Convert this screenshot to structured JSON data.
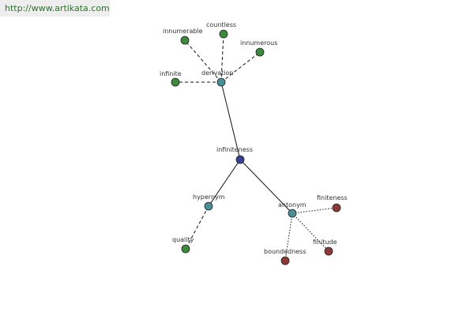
{
  "header": {
    "url": "http://www.artikata.com"
  },
  "colors": {
    "center": "#3a3f8f",
    "relation": "#4a8e96",
    "word_related": "#3d8a3d",
    "word_antonym": "#8b3a3a",
    "edge": "#111111",
    "url_bg": "#eeeeee",
    "url_text": "#2f6f2f"
  },
  "graph": {
    "nodes": [
      {
        "id": "infiniteness",
        "label": "infiniteness",
        "kind": "center"
      },
      {
        "id": "derivation",
        "label": "derivation",
        "kind": "relation"
      },
      {
        "id": "hypernym",
        "label": "hypernym",
        "kind": "relation"
      },
      {
        "id": "antonym",
        "label": "antonym",
        "kind": "relation"
      },
      {
        "id": "innumerable",
        "label": "innumerable",
        "kind": "word_related"
      },
      {
        "id": "countless",
        "label": "countless",
        "kind": "word_related"
      },
      {
        "id": "innumerous",
        "label": "innumerous",
        "kind": "word_related"
      },
      {
        "id": "infinite",
        "label": "infinite",
        "kind": "word_related"
      },
      {
        "id": "quality",
        "label": "quality",
        "kind": "word_related"
      },
      {
        "id": "finiteness",
        "label": "finiteness",
        "kind": "word_antonym"
      },
      {
        "id": "finitude",
        "label": "finitude",
        "kind": "word_antonym"
      },
      {
        "id": "boundedness",
        "label": "boundedness",
        "kind": "word_antonym"
      }
    ],
    "edges": [
      {
        "from": "infiniteness",
        "to": "derivation",
        "style": "solid"
      },
      {
        "from": "infiniteness",
        "to": "hypernym",
        "style": "solid"
      },
      {
        "from": "infiniteness",
        "to": "antonym",
        "style": "solid"
      },
      {
        "from": "derivation",
        "to": "innumerable",
        "style": "dashed"
      },
      {
        "from": "derivation",
        "to": "countless",
        "style": "dashed"
      },
      {
        "from": "derivation",
        "to": "innumerous",
        "style": "dashed"
      },
      {
        "from": "derivation",
        "to": "infinite",
        "style": "dashed"
      },
      {
        "from": "hypernym",
        "to": "quality",
        "style": "dashed"
      },
      {
        "from": "antonym",
        "to": "finiteness",
        "style": "dotted"
      },
      {
        "from": "antonym",
        "to": "finitude",
        "style": "dotted"
      },
      {
        "from": "antonym",
        "to": "boundedness",
        "style": "dotted"
      }
    ]
  }
}
